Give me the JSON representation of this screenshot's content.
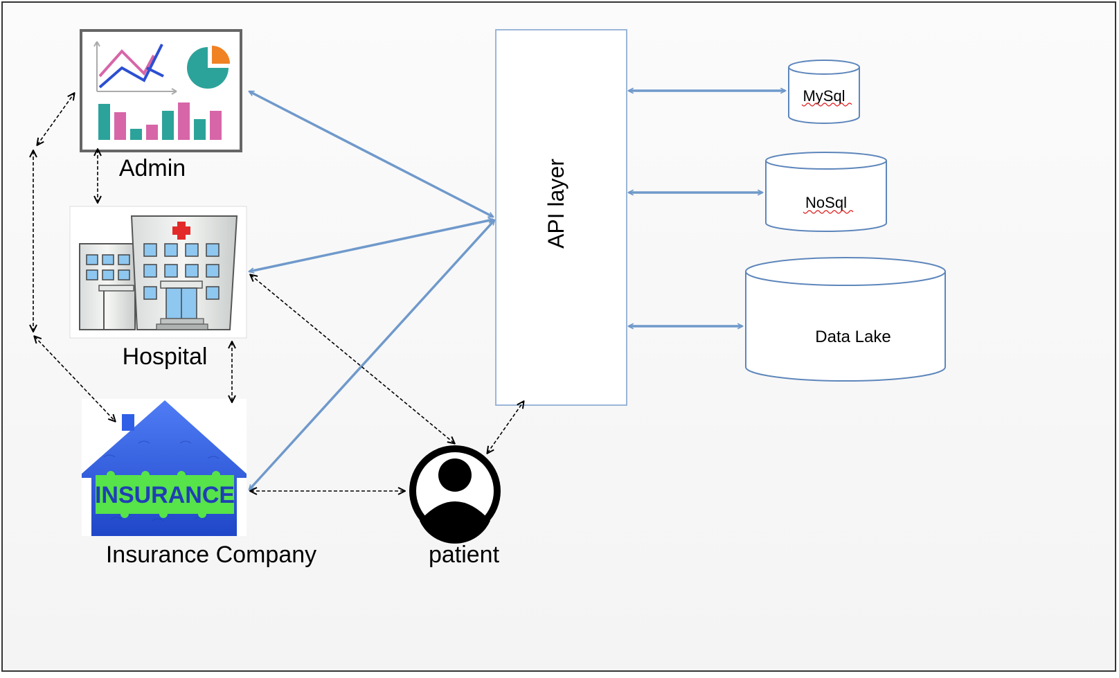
{
  "nodes": {
    "admin": {
      "label": "Admin",
      "icon": "dashboard-chart-icon"
    },
    "hospital": {
      "label": "Hospital",
      "icon": "hospital-building-icon"
    },
    "insurance": {
      "label": "Insurance Company",
      "icon": "insurance-house-icon",
      "badge": "INSURANCE"
    },
    "patient": {
      "label": "patient",
      "icon": "user-avatar-icon"
    },
    "api": {
      "label": "API layer"
    },
    "mysql": {
      "label": "MySql"
    },
    "nosql": {
      "label": "NoSql"
    },
    "datalake": {
      "label": "Data Lake"
    }
  },
  "colors": {
    "api_arrow": "#6f99cb",
    "api_box_border": "#9ab6d8",
    "dashed_arrow": "#000000",
    "cylinder_border": "#5d86bb",
    "background": "#f8f8f8",
    "frame": "#333333",
    "insurance_blue": "#2f5fe6",
    "insurance_green": "#57e34a",
    "hospital_window": "#8ec7f0",
    "hospital_cross": "#e22a2a",
    "chart_teal": "#2ca39a",
    "chart_pink": "#d766a8",
    "chart_blue": "#2c4fd1",
    "chart_orange": "#f08224"
  }
}
